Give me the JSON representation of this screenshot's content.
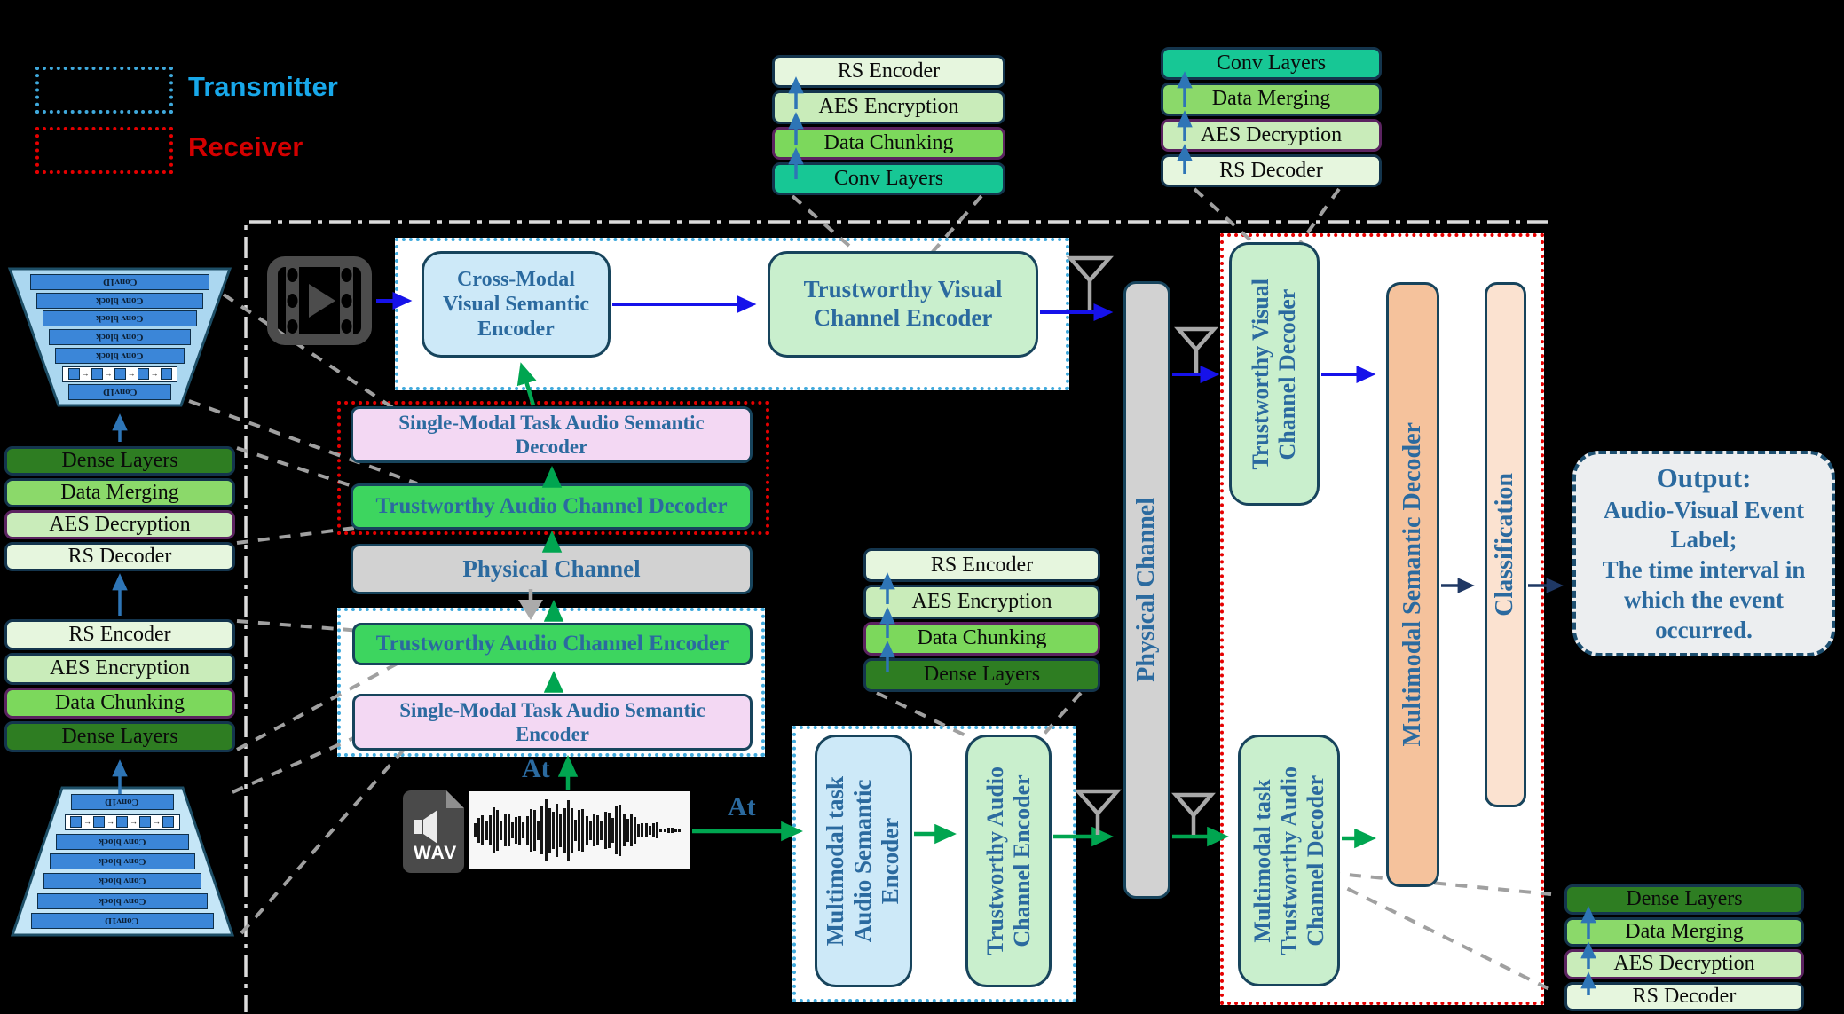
{
  "legend": {
    "transmitter": "Transmitter",
    "receiver": "Receiver"
  },
  "boxes": {
    "cross_modal": "Cross-Modal\nVisual Semantic\nEncoder",
    "tw_visual_enc": "Trustworthy Visual\nChannel Encoder",
    "sm_audio_dec": "Single-Modal Task Audio Semantic\nDecoder",
    "tw_audio_dec": "Trustworthy Audio Channel Decoder",
    "phys_h": "Physical Channel",
    "tw_audio_enc": "Trustworthy Audio Channel Encoder",
    "sm_audio_enc": "Single-Modal Task Audio Semantic\nEncoder",
    "mm_audio_sem_enc": "Multimodal task\nAudio Semantic\nEncoder",
    "mm_tw_audio_enc": "Trustworthy Audio\nChannel Encoder",
    "phys_v": "Physical Channel",
    "tw_visual_dec": "Trustworthy Visual\nChannel Decoder",
    "mm_tw_audio_dec": "Multimodal task\nTrustworthy Audio\nChannel Decoder",
    "mm_sem_dec": "Multimodal Semantic Decoder",
    "classification": "Classification"
  },
  "output": {
    "title": "Output:",
    "line1": "Audio-Visual Event Label;",
    "line2": "The time interval in which the event occurred."
  },
  "labels": {
    "at_vertical": "At",
    "at_horizontal": "At",
    "wav": "WAV"
  },
  "stacks": {
    "visual_tx": [
      {
        "label": "RS Encoder",
        "type": "rs"
      },
      {
        "label": "AES Encryption",
        "type": "aes"
      },
      {
        "label": "Data  Chunking",
        "type": "chunk"
      },
      {
        "label": "Conv Layers",
        "type": "conv"
      }
    ],
    "visual_rx": [
      {
        "label": "Conv Layers",
        "type": "conv"
      },
      {
        "label": "Data Merging",
        "type": "merge"
      },
      {
        "label": "AES Decryption",
        "type": "aesp"
      },
      {
        "label": "RS Decoder",
        "type": "rs"
      }
    ],
    "audio_rx_left": [
      {
        "label": "Dense Layers",
        "type": "dense"
      },
      {
        "label": "Data Merging",
        "type": "merge"
      },
      {
        "label": "AES Decryption",
        "type": "aesp"
      },
      {
        "label": "RS Decoder",
        "type": "rs"
      }
    ],
    "audio_tx_left": [
      {
        "label": "RS Encoder",
        "type": "rs"
      },
      {
        "label": "AES Encryption",
        "type": "aes"
      },
      {
        "label": "Data  Chunking",
        "type": "chunk"
      },
      {
        "label": "Dense Layers",
        "type": "dense"
      }
    ],
    "audio_tx_mid": [
      {
        "label": "RS Encoder",
        "type": "rs"
      },
      {
        "label": "AES Encryption",
        "type": "aes"
      },
      {
        "label": "Data  Chunking",
        "type": "chunk"
      },
      {
        "label": "Dense Layers",
        "type": "dense"
      }
    ],
    "audio_rx_right": [
      {
        "label": "Dense Layers",
        "type": "dense"
      },
      {
        "label": "Data Merging",
        "type": "merge"
      },
      {
        "label": "AES Decryption",
        "type": "aesp"
      },
      {
        "label": "RS Decoder",
        "type": "rs"
      }
    ]
  },
  "trapezoids": {
    "decoder_top": {
      "rows": [
        "Conv1D",
        "Conv block",
        "Conv block",
        "Conv block",
        "Conv block",
        "@blocks",
        "Conv1D"
      ],
      "widths": [
        202,
        188,
        174,
        160,
        146,
        130,
        116
      ]
    },
    "encoder_bottom": {
      "rows": [
        "Conv1D",
        "@blocks",
        "Conv block",
        "Conv block",
        "Conv block",
        "Conv block",
        "Conv1D"
      ],
      "widths": [
        116,
        130,
        150,
        164,
        178,
        192,
        206
      ]
    }
  },
  "colors": {
    "transmitter_accent": "#18a8ea",
    "receiver_accent": "#d40000",
    "arrow_blue": "#1612ea",
    "arrow_green": "#00a550",
    "arrow_navy": "#1f3864",
    "arrow_steel": "#2e75b6",
    "box_border": "#17445c",
    "label_blue": "#2b6a9f"
  }
}
